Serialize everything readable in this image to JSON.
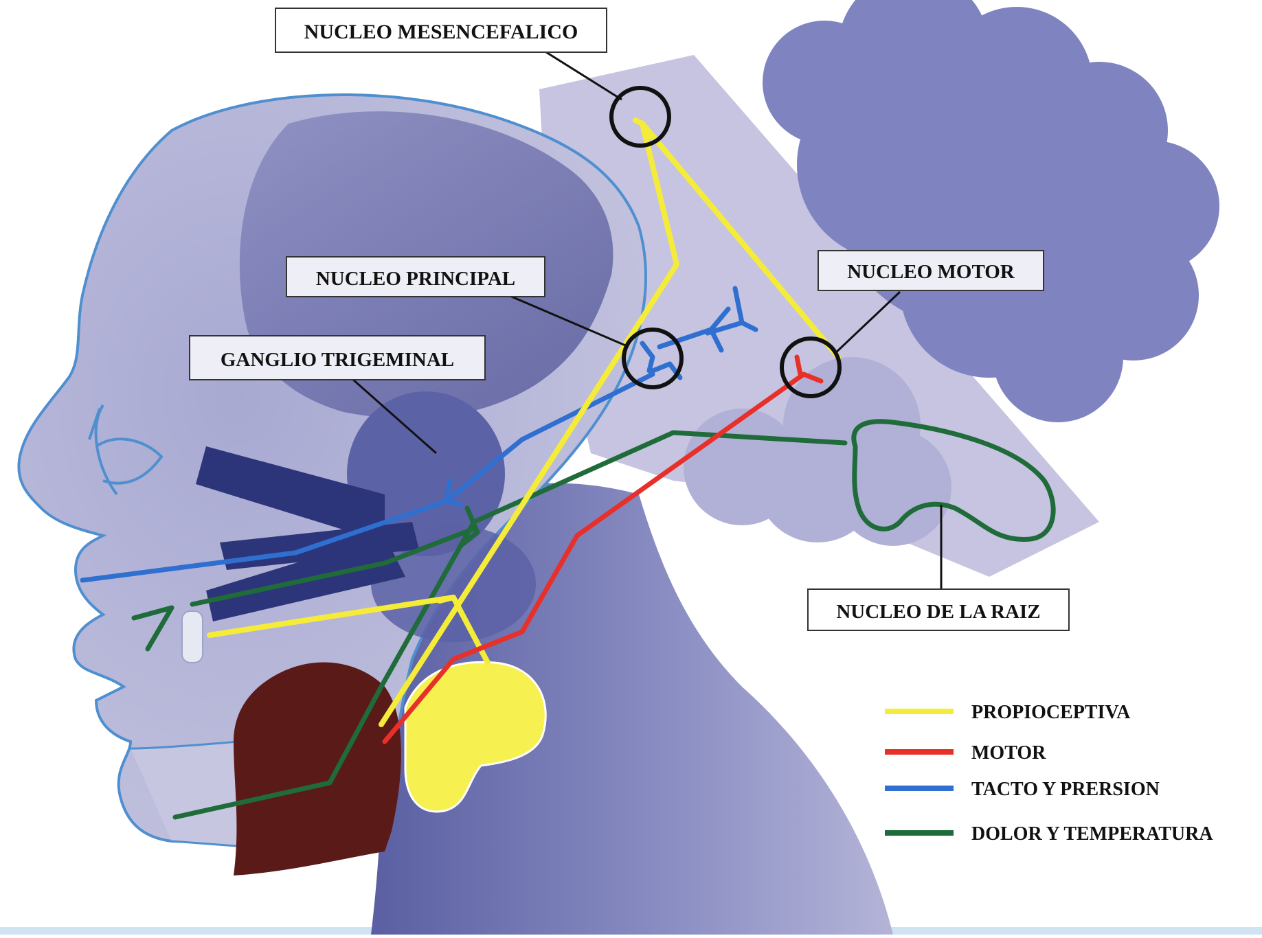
{
  "labels": {
    "mesencefalico": "NUCLEO MESENCEFALICO",
    "principal": "NUCLEO PRINCIPAL",
    "motor": "NUCLEO MOTOR",
    "ganglio": "GANGLIO TRIGEMINAL",
    "raiz": "NUCLEO DE LA RAIZ"
  },
  "legend": [
    {
      "label": "PROPIOCEPTIVA",
      "color": "#f5ec3a"
    },
    {
      "label": "MOTOR",
      "color": "#e8302a"
    },
    {
      "label": "TACTO Y PRERSION",
      "color": "#2f6fd0"
    },
    {
      "label": "DOLOR Y TEMPERATURA",
      "color": "#1f6b3a"
    }
  ],
  "colors": {
    "head": "#b7b6d6",
    "brain_dark": "#6f72aa",
    "cerebellum": "#7d82bd",
    "nerve_dark": "#2c3579",
    "tongue": "#5a1a18",
    "gland": "#f6f050",
    "outline": "#4f8fd0"
  }
}
